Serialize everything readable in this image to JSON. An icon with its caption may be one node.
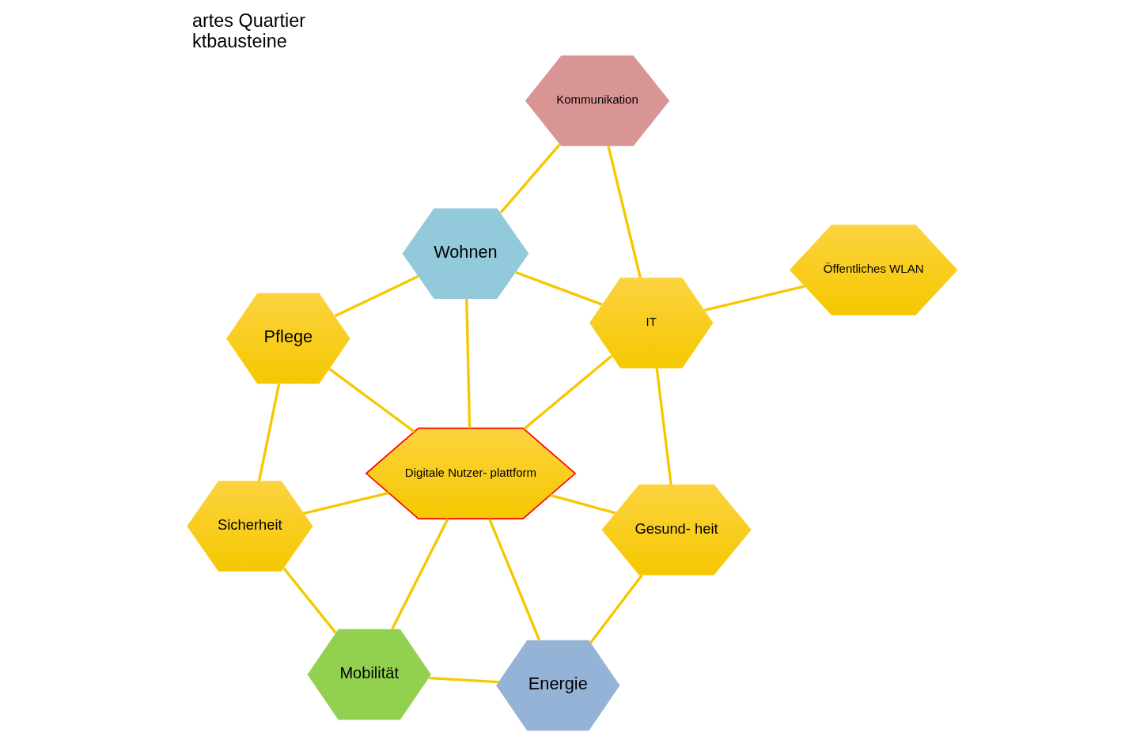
{
  "diagram": {
    "title": "artes Quartier",
    "caption": "ktbausteine",
    "nodes": [
      {
        "text": [
          "Pflege"
        ]
      },
      {
        "text": [
          "Wohnen"
        ]
      },
      {
        "text": [
          "Sicherheit"
        ]
      },
      {
        "text": [
          "Kommunikation"
        ]
      },
      {
        "text": [
          "Digitale Nutzer- plattform"
        ]
      },
      {
        "text": [
          "IT"
        ]
      },
      {
        "text": [
          "Mobilität"
        ]
      },
      {
        "text": [
          "Öffentliches WLAN"
        ]
      },
      {
        "text": [
          "Gesund- heit"
        ]
      },
      {
        "text": [
          "Energie"
        ]
      }
    ],
    "edges": [
      {
        "from": 1,
        "to": 0,
        "arrow": "none"
      },
      {
        "from": 0,
        "to": 2,
        "arrow": "none"
      },
      {
        "from": 0,
        "to": 4,
        "arrow": "none"
      },
      {
        "from": 3,
        "to": 1,
        "arrow": "none"
      },
      {
        "from": 1,
        "to": 5,
        "arrow": "none"
      },
      {
        "from": 1,
        "to": 4,
        "arrow": "none"
      },
      {
        "from": 2,
        "to": 4,
        "arrow": "none"
      },
      {
        "from": 2,
        "to": 6,
        "arrow": "none"
      },
      {
        "from": 3,
        "to": 5,
        "arrow": "none"
      },
      {
        "from": 5,
        "to": 4,
        "arrow": "none"
      },
      {
        "from": 5,
        "to": 7,
        "arrow": "none"
      },
      {
        "from": 5,
        "to": 8,
        "arrow": "none"
      },
      {
        "from": 4,
        "to": 6,
        "arrow": "none"
      },
      {
        "from": 4,
        "to": 8,
        "arrow": "none"
      },
      {
        "from": 4,
        "to": 9,
        "arrow": "none"
      },
      {
        "from": 6,
        "to": 9,
        "arrow": "none"
      },
      {
        "from": 8,
        "to": 9,
        "arrow": "none"
      }
    ]
  }
}
